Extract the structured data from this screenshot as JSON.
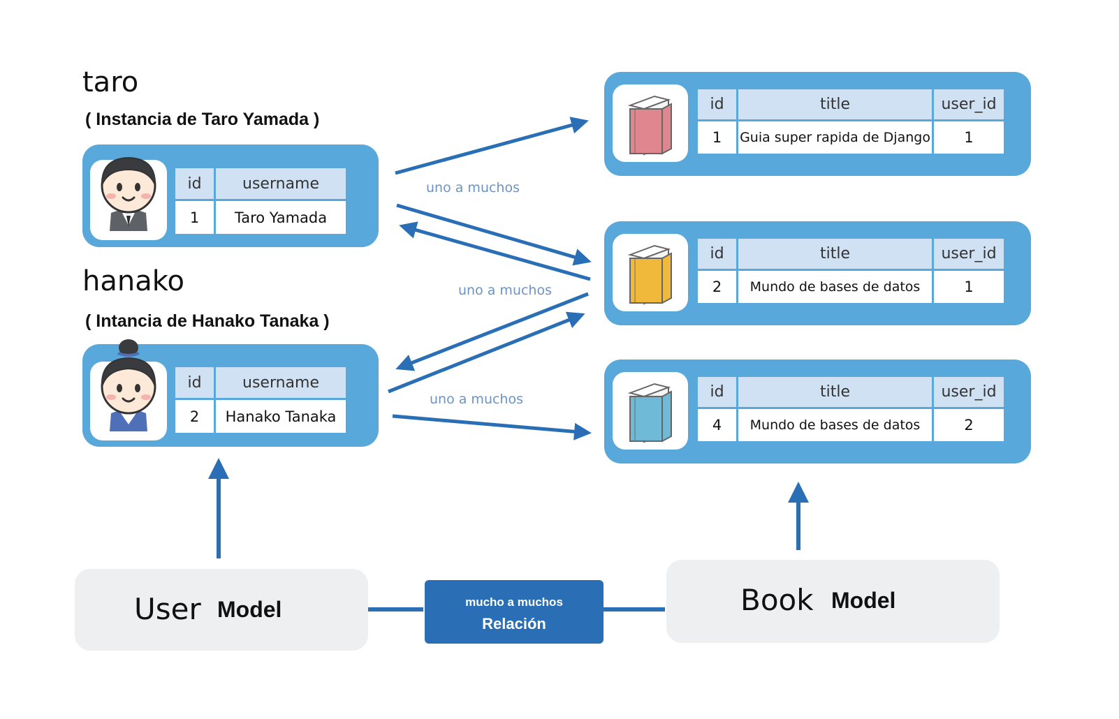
{
  "users": [
    {
      "name": "taro",
      "subtitle": "( Instancia de Taro Yamada )",
      "headers": [
        "id",
        "username"
      ],
      "values": [
        "1",
        "Taro Yamada"
      ]
    },
    {
      "name": "hanako",
      "subtitle": "( Intancia de Hanako Tanaka )",
      "headers": [
        "id",
        "username"
      ],
      "values": [
        "2",
        "Hanako Tanaka"
      ]
    }
  ],
  "books": [
    {
      "headers": [
        "id",
        "title",
        "user_id"
      ],
      "values": [
        "1",
        "Guia super rapida de Django",
        "1"
      ],
      "color": "#e0868e"
    },
    {
      "headers": [
        "id",
        "title",
        "user_id"
      ],
      "values": [
        "2",
        "Mundo de bases de datos",
        "1"
      ],
      "color": "#f0b93c"
    },
    {
      "headers": [
        "id",
        "title",
        "user_id"
      ],
      "values": [
        "4",
        "Mundo de bases de datos",
        "2"
      ],
      "color": "#6fbad6"
    }
  ],
  "relation_labels": [
    "uno a muchos",
    "uno a muchos",
    "uno a muchos"
  ],
  "models": {
    "user": {
      "name": "User",
      "keyword": "Model"
    },
    "book": {
      "name": "Book",
      "keyword": "Model"
    }
  },
  "relation": {
    "line1": "mucho a muchos",
    "line2": "Relación"
  },
  "colors": {
    "card": "#58a8dc",
    "arrow": "#2a6eb5",
    "header_cell": "#cfe1f3",
    "model_box": "#eeeff0"
  }
}
